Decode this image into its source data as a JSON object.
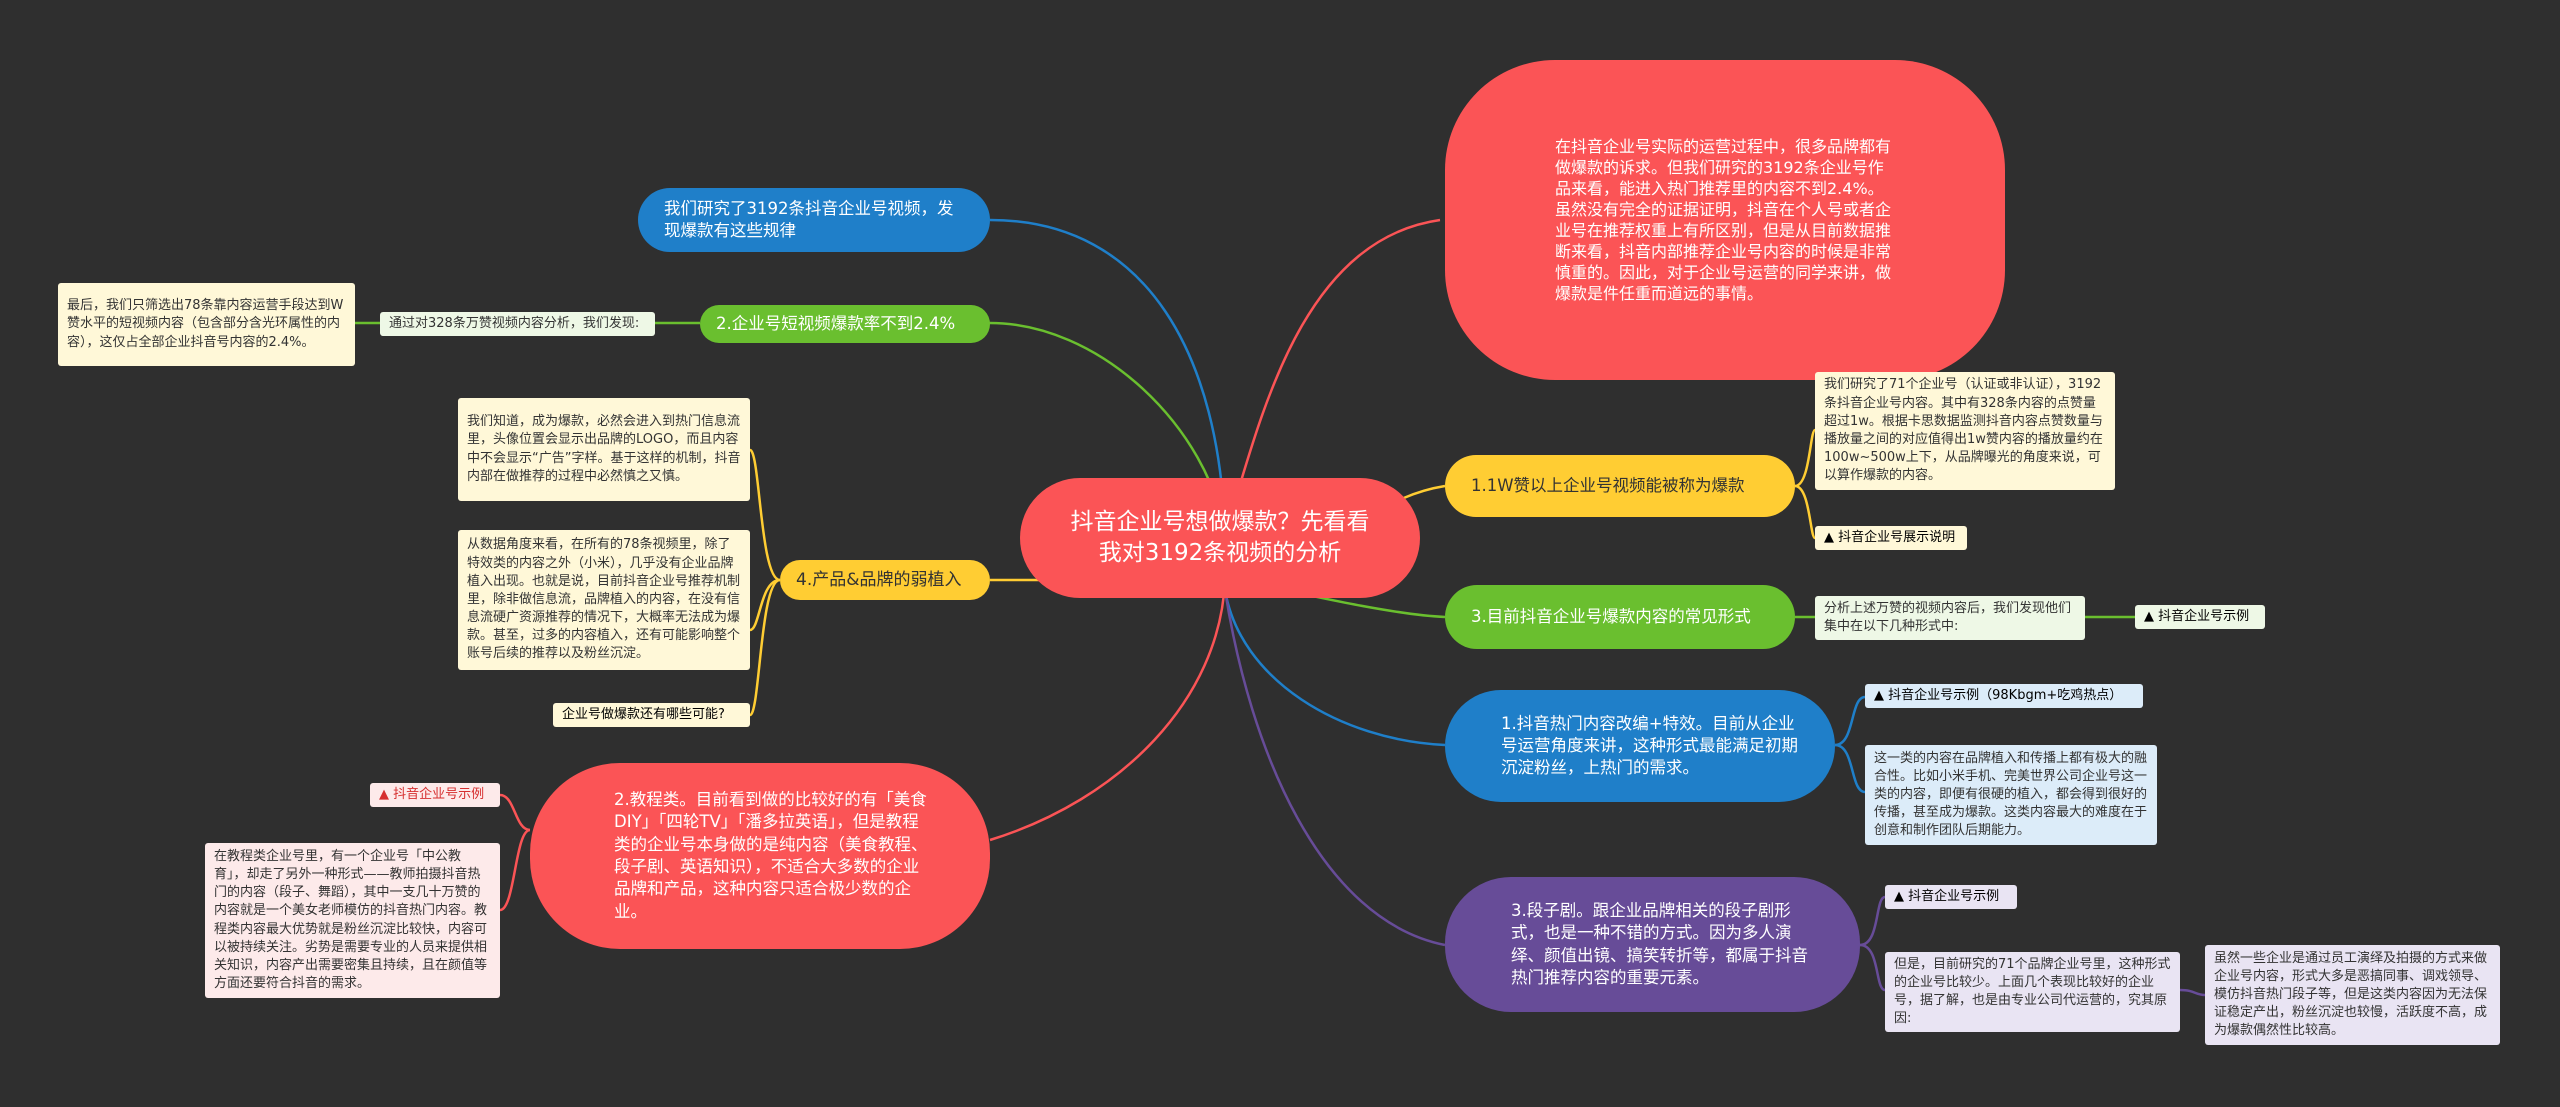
{
  "root": {
    "text": "抖音企业号想做爆款？先看看我对3192条视频的分析"
  },
  "intro": {
    "text": "在抖音企业号实际的运营过程中，很多品牌都有做爆款的诉求。但我们研究的3192条企业号作品来看，能进入热门推荐里的内容不到2.4%。虽然没有完全的证据证明，抖音在个人号或者企业号在推荐权重上有所区别，但是从目前数据推断来看，抖音内部推荐企业号内容的时候是非常慎重的。因此，对于企业号运营的同学来讲，做爆款是件任重而道远的事情。"
  },
  "left": {
    "research": "我们研究了3192条抖音企业号视频，发现爆款有这些规律",
    "rate": {
      "label": "2.企业号短视频爆款率不到2.4%",
      "sub": "通过对328条万赞视频内容分析，我们发现:",
      "detail": "最后，我们只筛选出78条靠内容运营手段达到W赞水平的短视频内容（包含部分含光环属性的内容），这仅占全部企业抖音号内容的2.4%。"
    },
    "product": {
      "label": "4.产品&品牌的弱植入",
      "note1": "我们知道，成为爆款，必然会进入到热门信息流里，头像位置会显示出品牌的LOGO，而且内容中不会显示“广告”字样。基于这样的机制，抖音内部在做推荐的过程中必然慎之又慎。",
      "note2": "从数据角度来看，在所有的78条视频里，除了特效类的内容之外（小米），几乎没有企业品牌植入出现。也就是说，目前抖音企业号推荐机制里，除非做信息流，品牌植入的内容，在没有信息流硬广资源推荐的情况下，大概率无法成为爆款。甚至，过多的内容植入，还有可能影响整个账号后续的推荐以及粉丝沉淀。",
      "note3": "企业号做爆款还有哪些可能?"
    },
    "tutorial": {
      "text": "2.教程类。目前看到做的比较好的有「美食DIY」「四轮TV」「潘多拉英语」，但是教程类的企业号本身做的是纯内容（美食教程、段子剧、英语知识），不适合大多数的企业品牌和产品，这种内容只适合极少数的企业。",
      "tag": "▲ 抖音企业号示例",
      "detail": "在教程类企业号里，有一个企业号「中公教育」，却走了另外一种形式——教师拍摄抖音热门的内容（段子、舞蹈），其中一支几十万赞的内容就是一个美女老师模仿的抖音热门内容。教程类内容最大优势就是粉丝沉淀比较快，内容可以被持续关注。劣势是需要专业的人员来提供相关知识，内容产出需要密集且持续，且在颜值等方面还要符合抖音的需求。"
    }
  },
  "right": {
    "w": {
      "label": "1.1W赞以上企业号视频能被称为爆款",
      "note": "我们研究了71个企业号（认证或非认证），3192条抖音企业号内容。其中有328条内容的点赞量超过1w。根据卡思数据监测抖音内容点赞数量与播放量之间的对应值得出1w赞内容的播放量约在100w~500w上下，从品牌曝光的角度来说，可以算作爆款的内容。",
      "tag": "▲ 抖音企业号展示说明"
    },
    "forms": {
      "label": "3.目前抖音企业号爆款内容的常见形式",
      "note": "分析上述万赞的视频内容后，我们发现他们集中在以下几种形式中:",
      "tag": "▲ 抖音企业号示例"
    },
    "hot": {
      "label": "1.抖音热门内容改编+特效。目前从企业号运营角度来讲，这种形式最能满足初期沉淀粉丝，上热门的需求。",
      "tag": "▲ 抖音企业号示例（98Kbgm+吃鸡热点）",
      "note": "这一类的内容在品牌植入和传播上都有极大的融合性。比如小米手机、完美世界公司企业号这一类的内容，即便有很硬的植入，都会得到很好的传播，甚至成为爆款。这类内容最大的难度在于创意和制作团队后期能力。"
    },
    "skit": {
      "label": "3.段子剧。跟企业品牌相关的段子剧形式，也是一种不错的方式。因为多人演绎、颜值出镜、搞笑转折等，都属于抖音热门推荐内容的重要元素。",
      "tag": "▲ 抖音企业号示例",
      "note": "但是，目前研究的71个品牌企业号里，这种形式的企业号比较少。上面几个表现比较好的企业号，据了解，也是由专业公司代运营的，究其原因:",
      "note2": "虽然一些企业是通过员工演绎及拍摄的方式来做企业号内容，形式大多是恶搞同事、调戏领导、模仿抖音热门段子等，但是这类内容因为无法保证稳定产出，粉丝沉淀也较慢，活跃度不高，成为爆款偶然性比较高。"
    }
  },
  "colors": {
    "red": "#fb5456",
    "blue": "#1f7fc9",
    "green": "#6abf2f",
    "yellow": "#ffcd33",
    "purple": "#674c98"
  }
}
